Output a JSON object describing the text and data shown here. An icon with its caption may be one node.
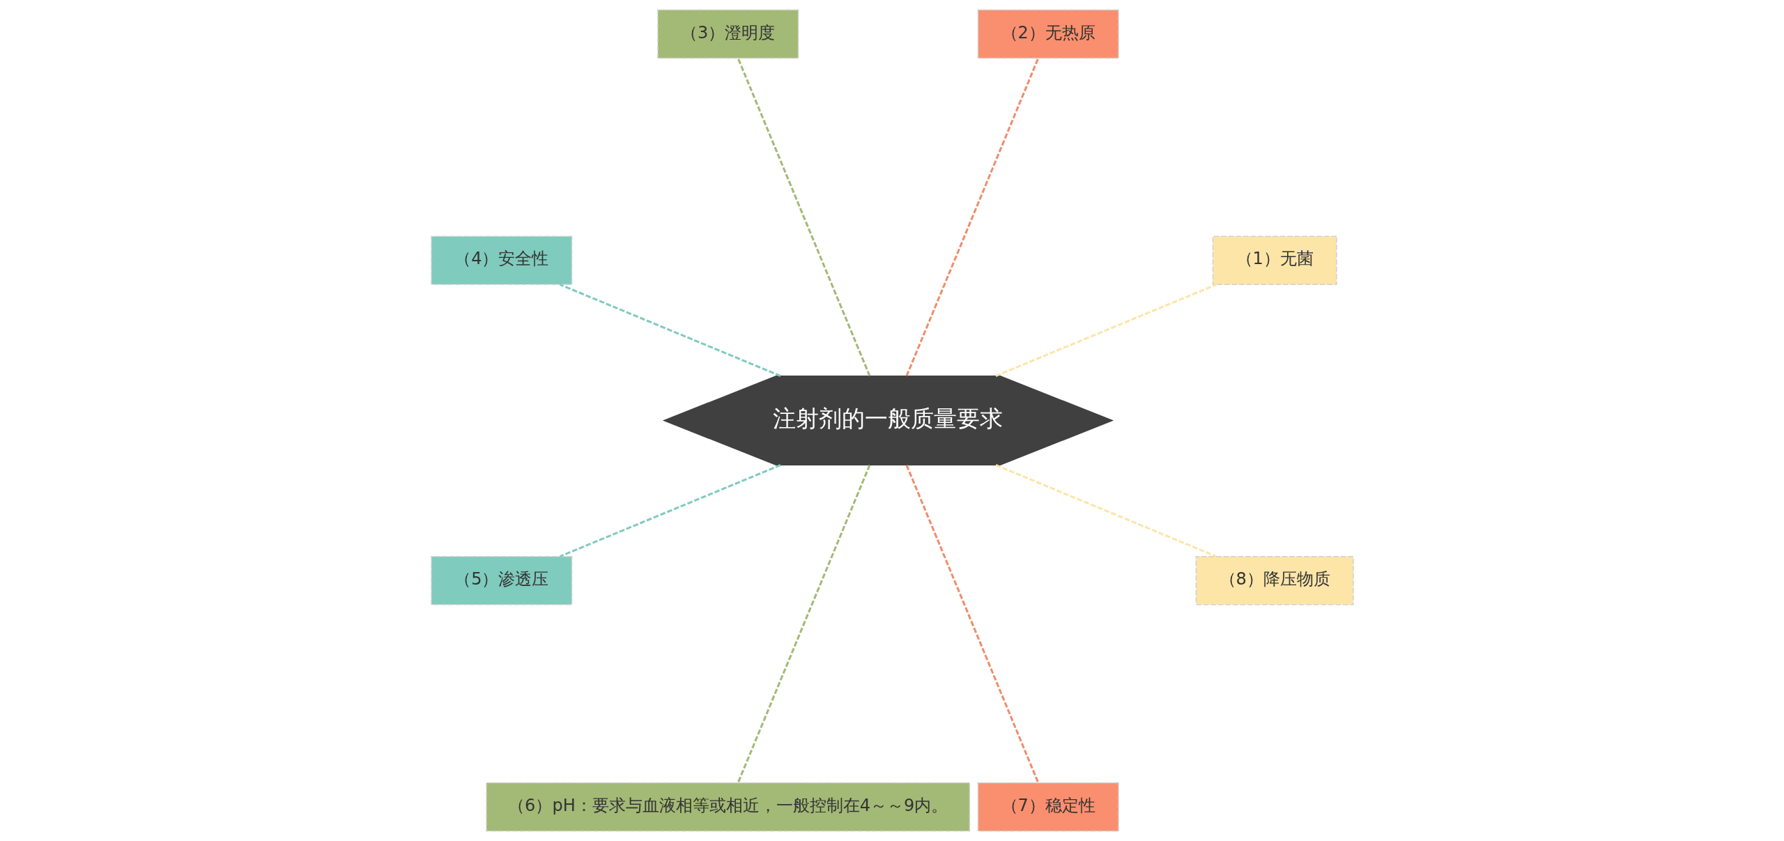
{
  "diagram": {
    "nodes": [
      {
        "text": [
          "注射剂的一般质量要求"
        ]
      },
      {
        "text": [
          "（1）无菌"
        ]
      },
      {
        "text": [
          "（2）无热原"
        ]
      },
      {
        "text": [
          "（3）澄明度"
        ]
      },
      {
        "text": [
          "（4）安全性"
        ]
      },
      {
        "text": [
          "（5）渗透压"
        ]
      },
      {
        "text": [
          "（6）pH：要求与血液相等或相近，一般控制在4～～9内。"
        ]
      },
      {
        "text": [
          "（7）稳定性"
        ]
      },
      {
        "text": [
          "（8）降压物质"
        ]
      }
    ],
    "edges": [
      {
        "from": 0,
        "to": 1,
        "arrow": "none",
        "style": "dashed",
        "color": "#fde5a8"
      },
      {
        "from": 0,
        "to": 2,
        "arrow": "none",
        "style": "dashed",
        "color": "#f08c6c"
      },
      {
        "from": 0,
        "to": 3,
        "arrow": "none",
        "style": "dashed",
        "color": "#a3b976"
      },
      {
        "from": 0,
        "to": 4,
        "arrow": "none",
        "style": "dashed",
        "color": "#7fcbbd"
      },
      {
        "from": 0,
        "to": 5,
        "arrow": "none",
        "style": "dashed",
        "color": "#7fcbbd"
      },
      {
        "from": 0,
        "to": 6,
        "arrow": "none",
        "style": "dashed",
        "color": "#a3b976"
      },
      {
        "from": 0,
        "to": 7,
        "arrow": "none",
        "style": "dashed",
        "color": "#f08c6c"
      },
      {
        "from": 0,
        "to": 8,
        "arrow": "none",
        "style": "dashed",
        "color": "#fde5a8"
      }
    ]
  }
}
